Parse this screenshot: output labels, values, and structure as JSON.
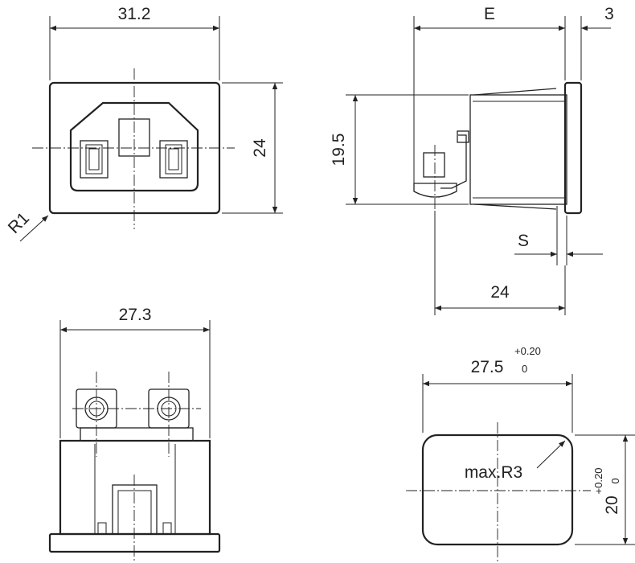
{
  "views": {
    "front": {
      "width_label": "31.2",
      "height_label": "24",
      "radius_label": "R1"
    },
    "side": {
      "depth_label": "E",
      "flange_label": "3",
      "height_label": "19.5",
      "s_label": "S",
      "length_label": "24"
    },
    "bottom": {
      "width_label": "27.3"
    },
    "cutout": {
      "width_label": "27.5",
      "width_tol_upper": "+0.20",
      "width_tol_lower": "0",
      "height_label": "20",
      "height_tol_upper": "+0.20",
      "height_tol_lower": "0",
      "radius_label": "max.R3"
    }
  }
}
